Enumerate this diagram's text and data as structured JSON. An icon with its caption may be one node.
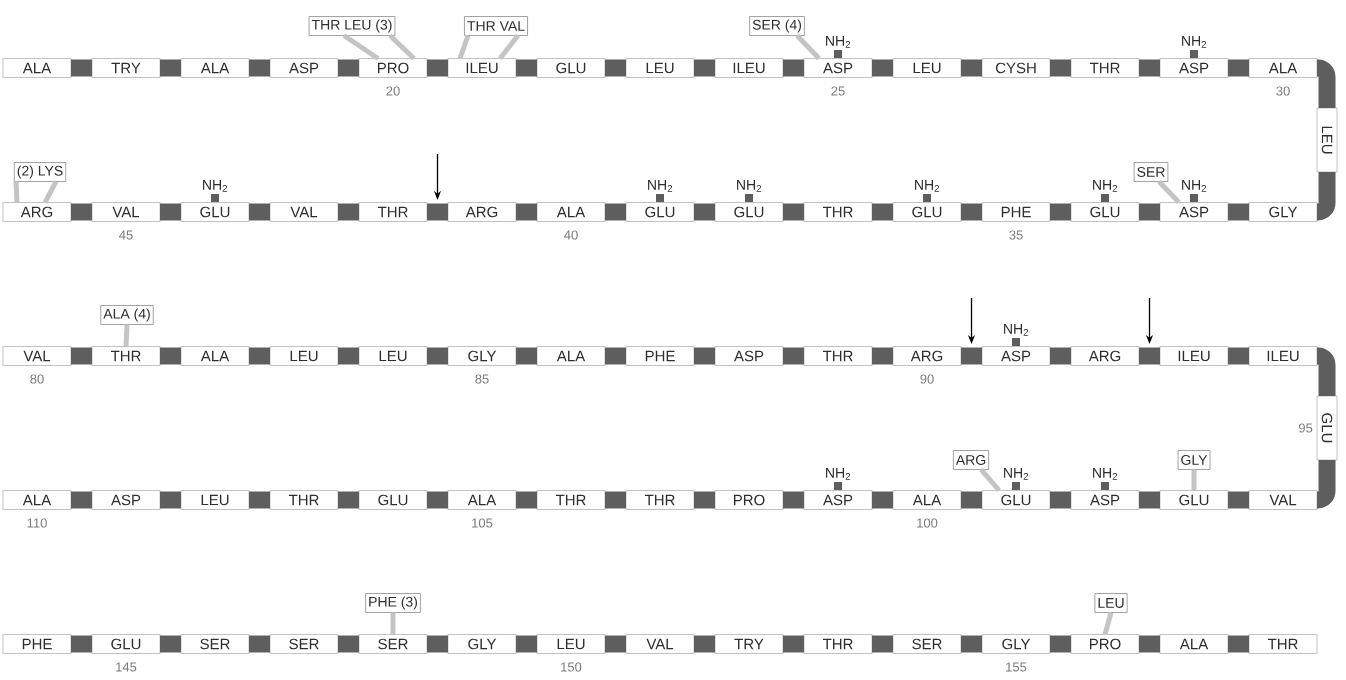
{
  "diagram": {
    "nodes": [
      {
        "text": [
          "THR LEU (3)"
        ]
      },
      {
        "text": [
          "THR VAL"
        ]
      },
      {
        "text": [
          "SER (4)"
        ]
      },
      {
        "text": [
          "ALA"
        ]
      },
      {
        "text": [
          "TRY"
        ]
      },
      {
        "text": [
          "ALA"
        ]
      },
      {
        "text": [
          "ASP"
        ]
      },
      {
        "text": [
          "PRO"
        ]
      },
      {
        "text": [
          "ILEU"
        ]
      },
      {
        "text": [
          "GLU"
        ]
      },
      {
        "text": [
          "LEU"
        ]
      },
      {
        "text": [
          "ILEU"
        ]
      },
      {
        "text": [
          "ASP"
        ],
        "beside": [
          "NH$_{2}$"
        ]
      },
      {
        "text": [
          "LEU"
        ]
      },
      {
        "text": [
          "CYSH"
        ]
      },
      {
        "text": [
          "THR"
        ]
      },
      {
        "text": [
          "ASP"
        ],
        "beside": [
          "NH$_{2}$"
        ]
      },
      {
        "text": [
          "ALA"
        ]
      },
      {
        "text": [
          "LEU"
        ]
      },
      {
        "text": [
          "(2) LYS"
        ]
      },
      {
        "text": [
          "SER"
        ]
      },
      {
        "text": [
          "ARG"
        ]
      },
      {
        "text": [
          "VAL"
        ]
      },
      {
        "text": [
          "GLU"
        ],
        "beside": [
          "NH$_{2}$"
        ]
      },
      {
        "text": [
          "VAL"
        ]
      },
      {
        "text": [
          "THR"
        ]
      },
      {
        "text": [
          "ARG"
        ]
      },
      {
        "text": [
          "ALA"
        ]
      },
      {
        "text": [
          "GLU"
        ],
        "beside": [
          "NH$_{2}$"
        ]
      },
      {
        "text": [
          "GLU"
        ],
        "beside": [
          "NH$_{2}$"
        ]
      },
      {
        "text": [
          "THR"
        ]
      },
      {
        "text": [
          "GLU"
        ],
        "beside": [
          "NH$_{2}$"
        ]
      },
      {
        "text": [
          "PHE"
        ]
      },
      {
        "text": [
          "GLU"
        ],
        "beside": [
          "NH$_{2}$"
        ]
      },
      {
        "text": [
          "ASP"
        ],
        "beside": [
          "NH$_{2}$"
        ]
      },
      {
        "text": [
          "GLY"
        ]
      },
      {
        "text": [
          "ALA (4)"
        ]
      },
      {
        "text": [
          "VAL"
        ]
      },
      {
        "text": [
          "THR"
        ]
      },
      {
        "text": [
          "ALA"
        ]
      },
      {
        "text": [
          "LEU"
        ]
      },
      {
        "text": [
          "LEU"
        ]
      },
      {
        "text": [
          "GLY"
        ]
      },
      {
        "text": [
          "ALA"
        ]
      },
      {
        "text": [
          "PHE"
        ]
      },
      {
        "text": [
          "ASP"
        ]
      },
      {
        "text": [
          "THR"
        ]
      },
      {
        "text": [
          "ARG"
        ]
      },
      {
        "text": [
          "ASP"
        ],
        "beside": [
          "NH$_{2}$"
        ]
      },
      {
        "text": [
          "ARG"
        ]
      },
      {
        "text": [
          "ILEU"
        ]
      },
      {
        "text": [
          "ILEU"
        ]
      },
      {
        "text": [
          "GLU"
        ]
      },
      {
        "text": [
          "ARG"
        ]
      },
      {
        "text": [
          "GLY"
        ]
      },
      {
        "text": [
          "ALA"
        ]
      },
      {
        "text": [
          "ASP"
        ]
      },
      {
        "text": [
          "LEU"
        ]
      },
      {
        "text": [
          "THR"
        ]
      },
      {
        "text": [
          "GLU"
        ]
      },
      {
        "text": [
          "ALA"
        ]
      },
      {
        "text": [
          "THR"
        ]
      },
      {
        "text": [
          "THR"
        ]
      },
      {
        "text": [
          "PRO"
        ]
      },
      {
        "text": [
          "ASP"
        ],
        "beside": [
          "NH$_{2}$"
        ]
      },
      {
        "text": [
          "ALA"
        ]
      },
      {
        "text": [
          "GLU"
        ],
        "beside": [
          "NH$_{2}$"
        ]
      },
      {
        "text": [
          "ASP"
        ],
        "beside": [
          "NH$_{2}$"
        ]
      },
      {
        "text": [
          "GLU"
        ]
      },
      {
        "text": [
          "VAL"
        ]
      },
      {
        "text": [
          "PHE (3)"
        ]
      },
      {
        "text": [
          "LEU"
        ]
      },
      {
        "text": [
          "PHE"
        ]
      },
      {
        "text": [
          "GLU"
        ]
      },
      {
        "text": [
          "SER"
        ]
      },
      {
        "text": [
          "SER"
        ]
      },
      {
        "text": [
          "SER"
        ]
      },
      {
        "text": [
          "GLY"
        ]
      },
      {
        "text": [
          "LEU"
        ]
      },
      {
        "text": [
          "VAL"
        ]
      },
      {
        "text": [
          "TRY"
        ]
      },
      {
        "text": [
          "THR"
        ]
      },
      {
        "text": [
          "SER"
        ]
      },
      {
        "text": [
          "GLY"
        ]
      },
      {
        "text": [
          "PRO"
        ]
      },
      {
        "text": [
          "ALA"
        ]
      },
      {
        "text": [
          "THR"
        ]
      }
    ],
    "edges": [
      {
        "from": 3,
        "to": 4,
        "arrow": "none"
      },
      {
        "from": 4,
        "to": 5,
        "arrow": "none"
      },
      {
        "from": 5,
        "to": 6,
        "arrow": "none"
      },
      {
        "from": 6,
        "to": 7,
        "arrow": "none"
      },
      {
        "from": 7,
        "to": 8,
        "arrow": "none"
      },
      {
        "from": 8,
        "to": 9,
        "arrow": "none"
      },
      {
        "from": 9,
        "to": 10,
        "arrow": "none"
      },
      {
        "from": 10,
        "to": 11,
        "arrow": "none"
      },
      {
        "from": 11,
        "to": 12,
        "arrow": "none"
      },
      {
        "from": 12,
        "to": 13,
        "arrow": "none"
      },
      {
        "from": 13,
        "to": 14,
        "arrow": "none"
      },
      {
        "from": 14,
        "to": 15,
        "arrow": "none"
      },
      {
        "from": 15,
        "to": 16,
        "arrow": "none"
      },
      {
        "from": 16,
        "to": 17,
        "arrow": "none"
      },
      {
        "from": 17,
        "to": 18,
        "arrow": "none"
      },
      {
        "from": 18,
        "to": 35,
        "arrow": "none"
      },
      {
        "from": 35,
        "to": 34,
        "arrow": "none"
      },
      {
        "from": 34,
        "to": 33,
        "arrow": "none"
      },
      {
        "from": 33,
        "to": 32,
        "arrow": "none"
      },
      {
        "from": 32,
        "to": 31,
        "arrow": "none"
      },
      {
        "from": 31,
        "to": 30,
        "arrow": "none"
      },
      {
        "from": 30,
        "to": 29,
        "arrow": "none"
      },
      {
        "from": 29,
        "to": 28,
        "arrow": "none"
      },
      {
        "from": 28,
        "to": 27,
        "arrow": "none"
      },
      {
        "from": 27,
        "to": 26,
        "arrow": "none"
      },
      {
        "from": 26,
        "to": 25,
        "arrow": "none"
      },
      {
        "from": 25,
        "to": 24,
        "arrow": "none"
      },
      {
        "from": 24,
        "to": 23,
        "arrow": "none"
      },
      {
        "from": 23,
        "to": 22,
        "arrow": "none"
      },
      {
        "from": 22,
        "to": 21,
        "arrow": "none"
      },
      {
        "from": 37,
        "to": 38,
        "arrow": "none"
      },
      {
        "from": 38,
        "to": 39,
        "arrow": "none"
      },
      {
        "from": 39,
        "to": 40,
        "arrow": "none"
      },
      {
        "from": 40,
        "to": 41,
        "arrow": "none"
      },
      {
        "from": 41,
        "to": 42,
        "arrow": "none"
      },
      {
        "from": 42,
        "to": 43,
        "arrow": "none"
      },
      {
        "from": 43,
        "to": 44,
        "arrow": "none"
      },
      {
        "from": 44,
        "to": 45,
        "arrow": "none"
      },
      {
        "from": 45,
        "to": 46,
        "arrow": "none"
      },
      {
        "from": 46,
        "to": 47,
        "arrow": "none"
      },
      {
        "from": 47,
        "to": 48,
        "arrow": "none"
      },
      {
        "from": 48,
        "to": 49,
        "arrow": "none"
      },
      {
        "from": 49,
        "to": 50,
        "arrow": "none"
      },
      {
        "from": 50,
        "to": 51,
        "arrow": "none"
      },
      {
        "from": 51,
        "to": 52,
        "arrow": "none"
      },
      {
        "from": 52,
        "to": 69,
        "arrow": "none"
      },
      {
        "from": 69,
        "to": 68,
        "arrow": "none"
      },
      {
        "from": 68,
        "to": 67,
        "arrow": "none"
      },
      {
        "from": 67,
        "to": 66,
        "arrow": "none"
      },
      {
        "from": 66,
        "to": 65,
        "arrow": "none"
      },
      {
        "from": 65,
        "to": 64,
        "arrow": "none"
      },
      {
        "from": 64,
        "to": 63,
        "arrow": "none"
      },
      {
        "from": 63,
        "to": 62,
        "arrow": "none"
      },
      {
        "from": 62,
        "to": 61,
        "arrow": "none"
      },
      {
        "from": 61,
        "to": 60,
        "arrow": "none"
      },
      {
        "from": 60,
        "to": 59,
        "arrow": "none"
      },
      {
        "from": 59,
        "to": 58,
        "arrow": "none"
      },
      {
        "from": 58,
        "to": 57,
        "arrow": "none"
      },
      {
        "from": 57,
        "to": 56,
        "arrow": "none"
      },
      {
        "from": 56,
        "to": 55,
        "arrow": "none"
      },
      {
        "from": 72,
        "to": 73,
        "arrow": "none"
      },
      {
        "from": 73,
        "to": 74,
        "arrow": "none"
      },
      {
        "from": 74,
        "to": 75,
        "arrow": "none"
      },
      {
        "from": 75,
        "to": 76,
        "arrow": "none"
      },
      {
        "from": 76,
        "to": 77,
        "arrow": "none"
      },
      {
        "from": 77,
        "to": 78,
        "arrow": "none"
      },
      {
        "from": 78,
        "to": 79,
        "arrow": "none"
      },
      {
        "from": 79,
        "to": 80,
        "arrow": "none"
      },
      {
        "from": 80,
        "to": 81,
        "arrow": "none"
      },
      {
        "from": 81,
        "to": 82,
        "arrow": "none"
      },
      {
        "from": 82,
        "to": 83,
        "arrow": "none"
      },
      {
        "from": 83,
        "to": 84,
        "arrow": "none"
      },
      {
        "from": 84,
        "to": 85,
        "arrow": "none"
      },
      {
        "from": 85,
        "to": 86,
        "arrow": "none"
      },
      {
        "from": 0,
        "to": 7,
        "arrow": "none",
        "color": "#c4c4c4"
      },
      {
        "from": 0,
        "to": 7,
        "arrow": "none",
        "color": "#c4c4c4"
      },
      {
        "from": 1,
        "to": 8,
        "arrow": "none",
        "color": "#c4c4c4"
      },
      {
        "from": 1,
        "to": 8,
        "arrow": "none",
        "color": "#c4c4c4"
      },
      {
        "from": 2,
        "to": 12,
        "arrow": "none",
        "color": "#c4c4c4"
      },
      {
        "from": 19,
        "to": 21,
        "arrow": "none",
        "color": "#c4c4c4"
      },
      {
        "from": 19,
        "to": 21,
        "arrow": "none",
        "color": "#c4c4c4"
      },
      {
        "from": 20,
        "to": 34,
        "arrow": "none",
        "color": "#c4c4c4"
      },
      {
        "from": 36,
        "to": 38,
        "arrow": "none",
        "color": "#c4c4c4"
      },
      {
        "from": 53,
        "to": 66,
        "arrow": "none",
        "color": "#c4c4c4"
      },
      {
        "from": 54,
        "to": 68,
        "arrow": "none",
        "color": "#c4c4c4"
      },
      {
        "from": 70,
        "to": 76,
        "arrow": "none",
        "color": "#c4c4c4"
      },
      {
        "from": 71,
        "to": 84,
        "arrow": "none",
        "color": "#c4c4c4"
      }
    ],
    "labels": [
      "20",
      "25",
      "30",
      "45",
      "40",
      "35",
      "80",
      "85",
      "90",
      "95",
      "110",
      "105",
      "100",
      "145",
      "150",
      "155"
    ]
  }
}
